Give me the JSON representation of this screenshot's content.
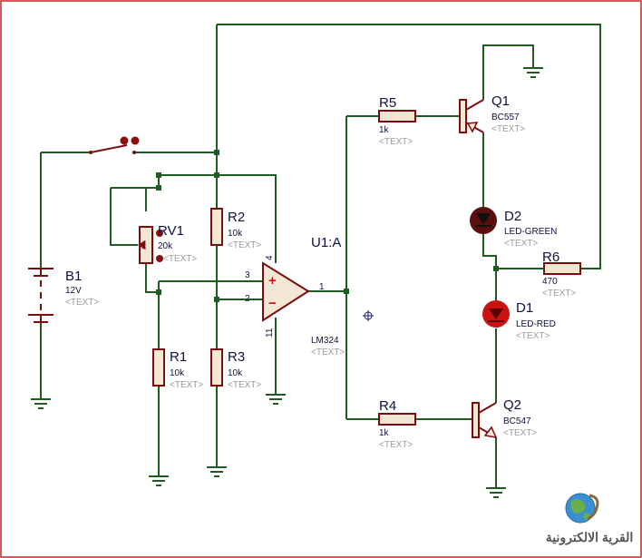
{
  "components": {
    "b1": {
      "ref": "B1",
      "value": "12V",
      "text": "<TEXT>"
    },
    "rv1": {
      "ref": "RV1",
      "value": "20k",
      "text": "<TEXT>"
    },
    "r1": {
      "ref": "R1",
      "value": "10k",
      "text": "<TEXT>"
    },
    "r2": {
      "ref": "R2",
      "value": "10k",
      "text": "<TEXT>"
    },
    "r3": {
      "ref": "R3",
      "value": "10k",
      "text": "<TEXT>"
    },
    "r4": {
      "ref": "R4",
      "value": "1k",
      "text": "<TEXT>"
    },
    "r5": {
      "ref": "R5",
      "value": "1k",
      "text": "<TEXT>"
    },
    "r6": {
      "ref": "R6",
      "value": "470",
      "text": "<TEXT>"
    },
    "u1": {
      "ref": "U1:A",
      "value": "LM324",
      "text": "<TEXT>",
      "pins": {
        "noninv": "3",
        "inv": "2",
        "out": "1",
        "vplus": "4",
        "vminus": "11"
      },
      "signs": {
        "plus": "+",
        "minus": "−"
      }
    },
    "q1": {
      "ref": "Q1",
      "value": "BC557",
      "text": "<TEXT>"
    },
    "q2": {
      "ref": "Q2",
      "value": "BC547",
      "text": "<TEXT>"
    },
    "d1": {
      "ref": "D1",
      "value": "LED-RED",
      "text": "<TEXT>",
      "color": "#cc1111"
    },
    "d2": {
      "ref": "D2",
      "value": "LED-GREEN",
      "text": "<TEXT>",
      "color": "#5a0e0e"
    }
  },
  "pot_body_label": "20k",
  "logo": {
    "text": "القرية الالكترونية"
  },
  "colors": {
    "wire": "#1f5c1f",
    "component": "#7a0d0d",
    "border": "#cc2222",
    "label": "#101040",
    "placeholder": "#9a9a9a"
  }
}
